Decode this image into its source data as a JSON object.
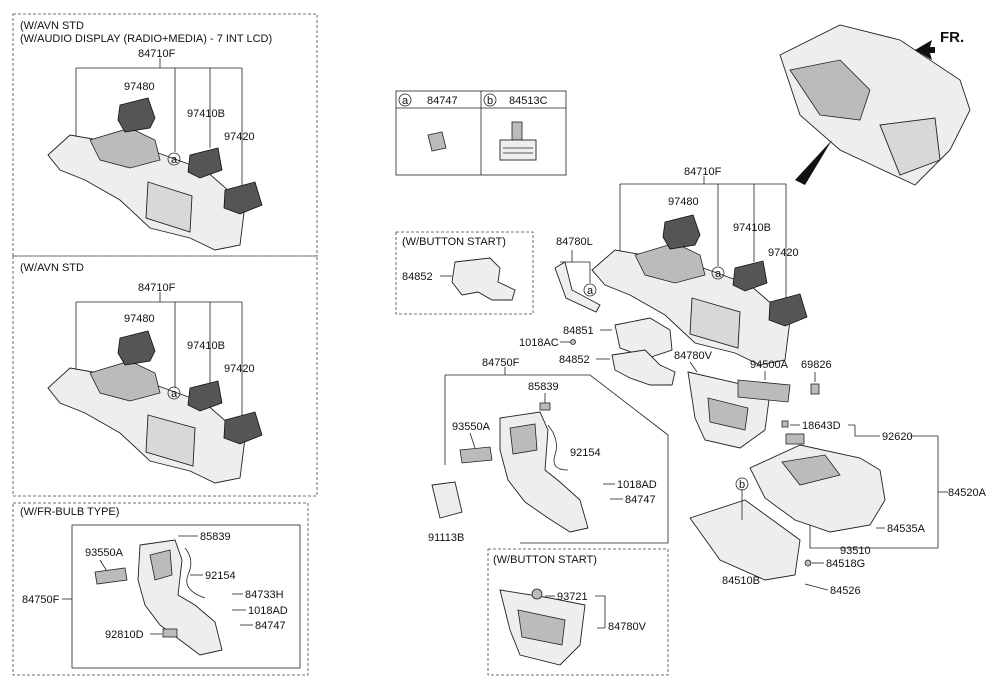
{
  "headers": {
    "box1_line1": "(W/AVN STD",
    "box1_line2": "(W/AUDIO DISPLAY (RADIO+MEDIA) - 7 INT LCD)",
    "box2": "(W/AVN STD",
    "box3": "(W/FR-BULB TYPE)",
    "button_start_top": "(W/BUTTON START)",
    "button_start_bottom": "(W/BUTTON START)",
    "front": "FR."
  },
  "legend": [
    {
      "marker": "a",
      "part": "84747"
    },
    {
      "marker": "b",
      "part": "84513C"
    }
  ],
  "labels": {
    "p84710F": "84710F",
    "p97480": "97480",
    "p97410B": "97410B",
    "p97420": "97420",
    "p84750F": "84750F",
    "p85839": "85839",
    "p93550A": "93550A",
    "p92154": "92154",
    "p84733H": "84733H",
    "p1018AD": "1018AD",
    "p84747": "84747",
    "p92810D": "92810D",
    "p84852": "84852",
    "p84780L": "84780L",
    "p84851": "84851",
    "p1018AC": "1018AC",
    "p84750F_c": "84750F",
    "p91113B": "91113B",
    "p84780V": "84780V",
    "p94500A": "94500A",
    "p69826": "69826",
    "p18643D": "18643D",
    "p92620": "92620",
    "p84520A": "84520A",
    "p84535A": "84535A",
    "p93510": "93510",
    "p84518G": "84518G",
    "p84510B": "84510B",
    "p84526": "84526",
    "p93721": "93721",
    "marker_a": "a",
    "marker_b": "b"
  }
}
